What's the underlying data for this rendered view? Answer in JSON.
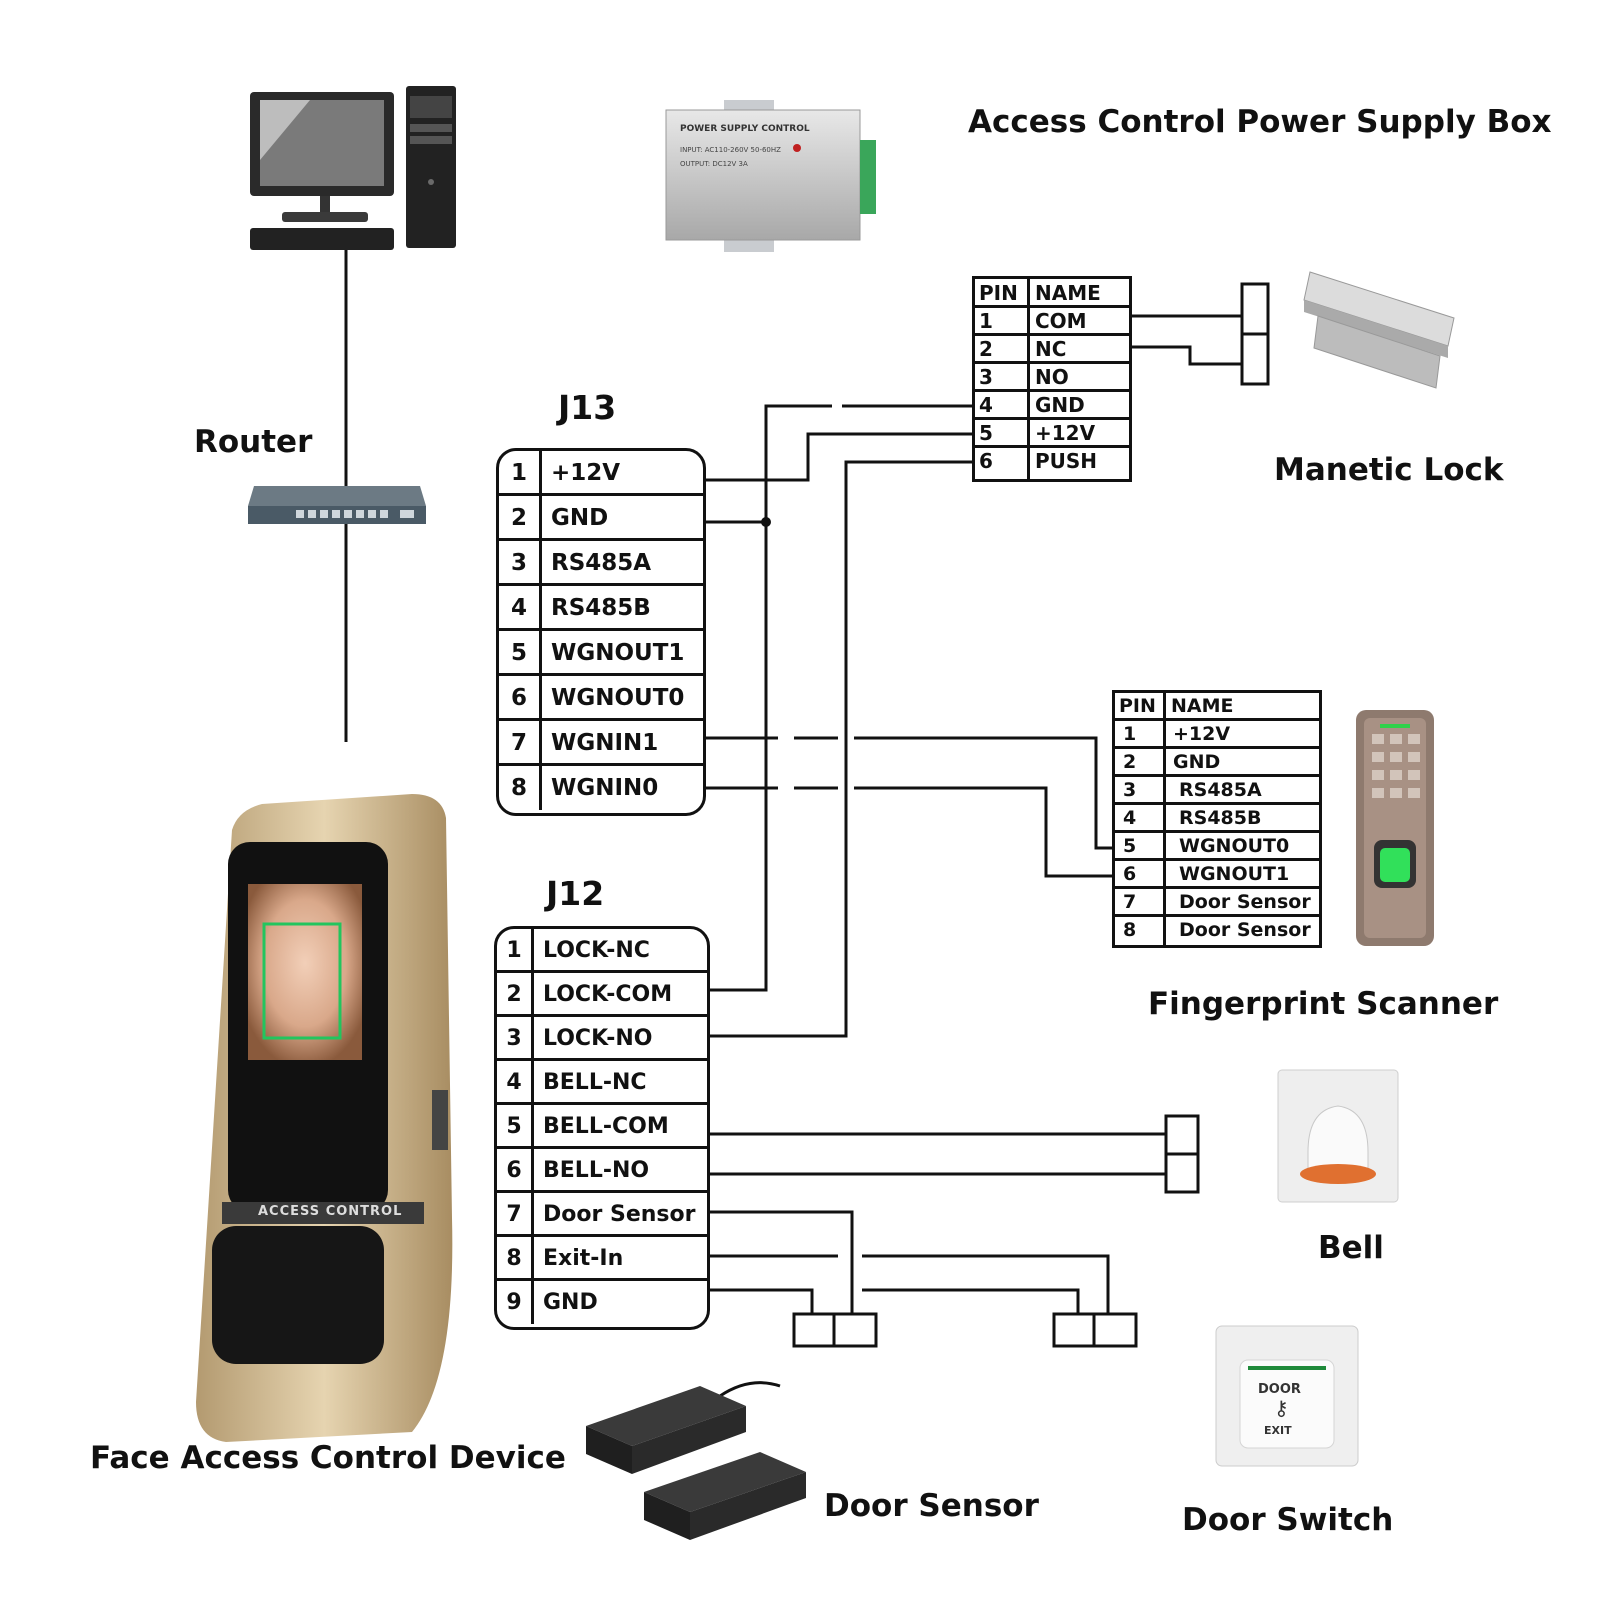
{
  "labels": {
    "power_supply": "Access Control Power Supply Box",
    "router": "Router",
    "magnetic_lock": "Manetic Lock",
    "fingerprint": "Fingerprint Scanner",
    "bell": "Bell",
    "door_switch": "Door Switch",
    "door_sensor": "Door Sensor",
    "face_device": "Face Access Control Device"
  },
  "j13": {
    "title": "J13",
    "pins": [
      {
        "n": "1",
        "name": "+12V"
      },
      {
        "n": "2",
        "name": "GND"
      },
      {
        "n": "3",
        "name": "RS485A"
      },
      {
        "n": "4",
        "name": "RS485B"
      },
      {
        "n": "5",
        "name": "WGNOUT1"
      },
      {
        "n": "6",
        "name": "WGNOUT0"
      },
      {
        "n": "7",
        "name": "WGNIN1"
      },
      {
        "n": "8",
        "name": "WGNIN0"
      }
    ]
  },
  "j12": {
    "title": "J12",
    "pins": [
      {
        "n": "1",
        "name": "LOCK-NC"
      },
      {
        "n": "2",
        "name": "LOCK-COM"
      },
      {
        "n": "3",
        "name": "LOCK-NO"
      },
      {
        "n": "4",
        "name": "BELL-NC"
      },
      {
        "n": "5",
        "name": "BELL-COM"
      },
      {
        "n": "6",
        "name": "BELL-NO"
      },
      {
        "n": "7",
        "name": "Door Sensor"
      },
      {
        "n": "8",
        "name": "Exit-In"
      },
      {
        "n": "9",
        "name": "GND"
      }
    ]
  },
  "psu_table": {
    "header": {
      "pin": "PIN",
      "name": "NAME"
    },
    "rows": [
      {
        "n": "1",
        "name": "COM"
      },
      {
        "n": "2",
        "name": "NC"
      },
      {
        "n": "3",
        "name": "NO"
      },
      {
        "n": "4",
        "name": "GND"
      },
      {
        "n": "5",
        "name": "+12V"
      },
      {
        "n": "6",
        "name": "PUSH"
      }
    ]
  },
  "fp_table": {
    "header": {
      "pin": "PIN",
      "name": "NAME"
    },
    "rows": [
      {
        "n": "1",
        "name": "+12V"
      },
      {
        "n": "2",
        "name": "GND"
      },
      {
        "n": "3",
        "name": "RS485A"
      },
      {
        "n": "4",
        "name": "RS485B"
      },
      {
        "n": "5",
        "name": "WGNOUT0"
      },
      {
        "n": "6",
        "name": "WGNOUT1"
      },
      {
        "n": "7",
        "name": "Door Sensor"
      },
      {
        "n": "8",
        "name": "Door Sensor"
      }
    ]
  },
  "psu_box_text": {
    "title": "POWER SUPPLY CONTROL",
    "line1": "INPUT: AC110-260V 50-60HZ",
    "line2": "OUTPUT: DC12V 3A"
  },
  "face_device_text": "ACCESS CONTROL",
  "door_switch_text": {
    "top": "DOOR",
    "bottom": "EXIT"
  },
  "colors": {
    "line": "#111111",
    "gold": "#cdb48a",
    "green": "#22c55e"
  }
}
